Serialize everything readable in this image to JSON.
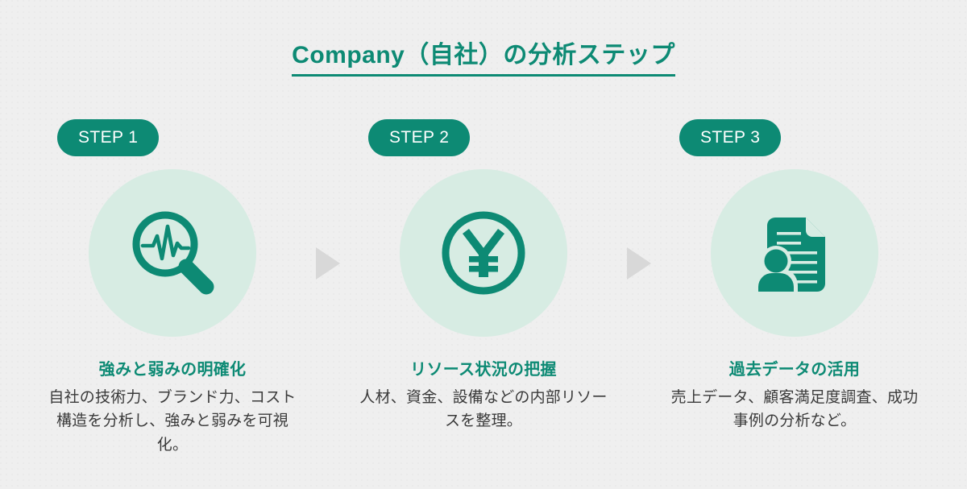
{
  "header": {
    "title": "Company（自社）の分析ステップ",
    "accent_color": "#0d8a74",
    "underline": true
  },
  "theme": {
    "background": "#efefef",
    "accent": "#0d8a74",
    "circle_fill": "#d7ece3",
    "arrow_color": "#d8d8d8",
    "body_text": "#3a3a3a",
    "badge_text": "#ffffff"
  },
  "steps": [
    {
      "badge": "STEP 1",
      "icon": "magnifier-pulse-icon",
      "title": "強みと弱みの明確化",
      "body": "自社の技術力、ブランド力、コスト構造を分析し、強みと弱みを可視化。"
    },
    {
      "badge": "STEP 2",
      "icon": "yen-circle-icon",
      "title": "リソース状況の把握",
      "body": "人材、資金、設備などの内部リソースを整理。"
    },
    {
      "badge": "STEP 3",
      "icon": "document-person-icon",
      "title": "過去データの活用",
      "body": "売上データ、顧客満足度調査、成功事例の分析など。"
    }
  ],
  "separators": [
    {
      "icon": "arrow-right-icon"
    },
    {
      "icon": "arrow-right-icon"
    }
  ]
}
